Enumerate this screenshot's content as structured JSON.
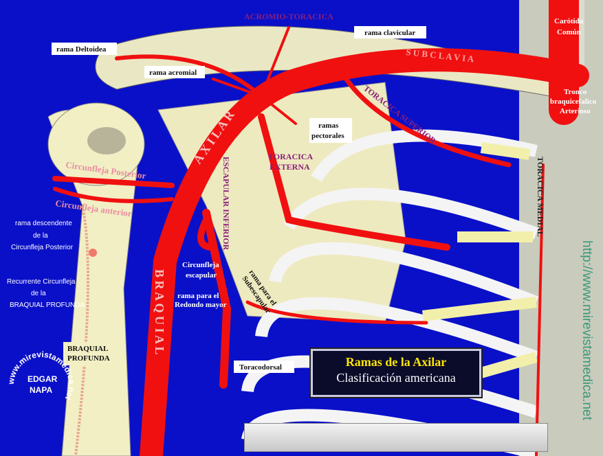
{
  "title": {
    "line1": "Ramas de la Axilar",
    "line2": "Clasificación americana"
  },
  "labels": {
    "acromio_toracica": "ACROMIO-TORACICA",
    "rama_clavicular": "rama clavicular",
    "rama_deltoidea": "rama Deltoidea",
    "rama_acromial": "rama acromial",
    "subclavia": "S U B C L A V I A",
    "carotida": [
      "Carótida",
      "Común"
    ],
    "tronco": [
      "Tronco",
      "braquicefalico",
      "Arterioso"
    ],
    "ramas_pectorales": [
      "ramas",
      "pectorales"
    ],
    "toracica_superior": "TORACICA SUPERIOR",
    "axilar": "A X I L A R",
    "toracica_externa": [
      "TORACICA",
      "EXTERNA"
    ],
    "escapular_inferior": "ESCAPULAR INFERIOR",
    "toracica_medial": "TORACICA MEDIAL",
    "circunfleja_posterior": "Circunfleja Posterior",
    "circunfleja_anterior": "Circunfleja anterior",
    "rama_descendente": [
      "rama descendente",
      "de la",
      "Circunfleja Posterior"
    ],
    "recurrente": [
      "Recurrente Circunfleja",
      "de la",
      "BRAQUIAL PROFUNDA"
    ],
    "circunfleja_escapular": [
      "Circunfleja",
      "escapular"
    ],
    "redondo_mayor": [
      "rama para el",
      "Redondo mayor"
    ],
    "subescapular": [
      "rama para el",
      "Subescapular"
    ],
    "braquial": "B R A Q U I A L",
    "braquial_profunda": [
      "BRAQUIAL",
      "PROFUNDA"
    ],
    "toracodorsal": "Toracodorsal"
  },
  "watermark": "http://www.mirevistamedica.net",
  "logo": {
    "ring": "www.mirevistamedica.net",
    "name": [
      "EDGAR",
      "NAPA"
    ]
  },
  "colors": {
    "background": "#0a10c8",
    "artery": "#f01010",
    "bone": "#f2efc4",
    "title_accent": "#ffe600"
  }
}
